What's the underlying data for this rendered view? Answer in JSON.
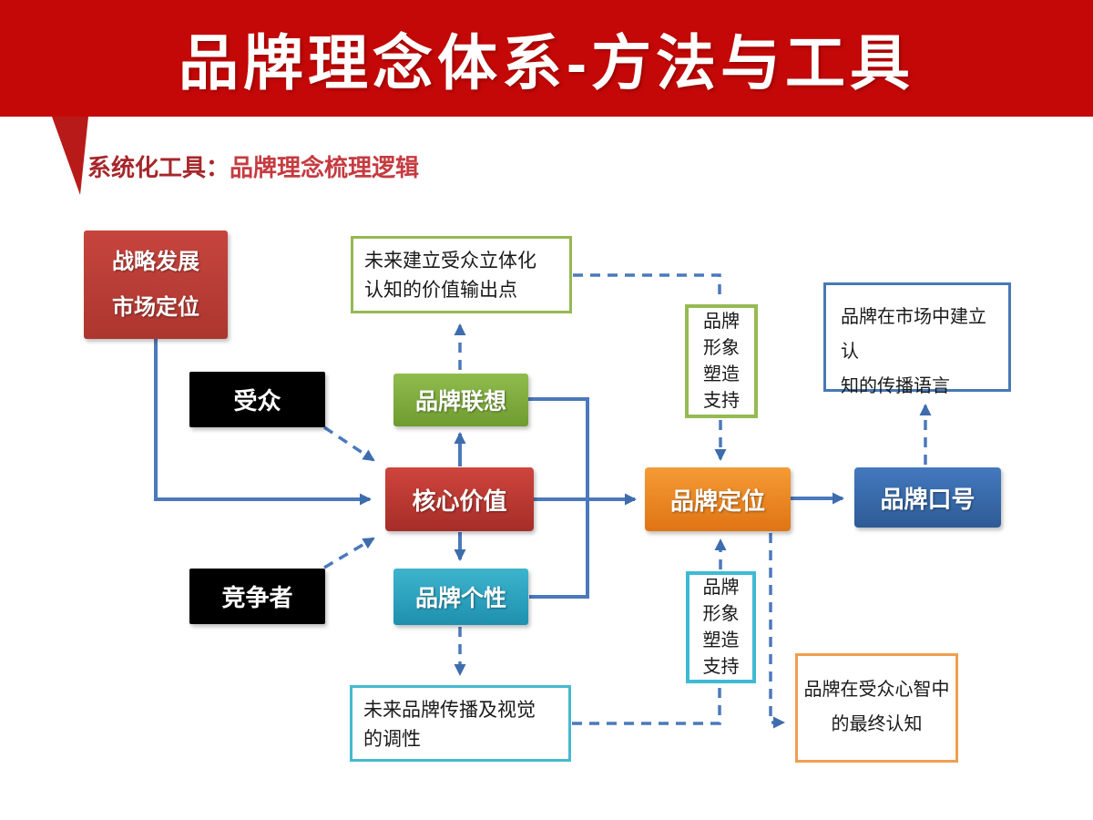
{
  "slide": {
    "title": "品牌理念体系-方法与工具",
    "subtitle_label": "系统化工具：",
    "subtitle_text": "品牌理念梳理逻辑"
  },
  "nodes": {
    "strategy_market": "战略发展\n市场定位",
    "audience": "受众",
    "competitor": "竞争者",
    "future_audience_value": "未来建立受众立体化\n认知的价值输出点",
    "brand_association": "品牌联想",
    "core_value": "核心价值",
    "brand_personality": "品牌个性",
    "brand_positioning": "品牌定位",
    "brand_slogan": "品牌口号",
    "image_support_upper": "品牌\n形象\n塑造\n支持",
    "image_support_lower": "品牌\n形象\n塑造\n支持",
    "market_language": "品牌在市场中建立认\n知的传播语言",
    "tonality": "未来品牌传播及视觉\n的调性",
    "final_cognition": "品牌在受众心智中\n的最终认知"
  },
  "colors": {
    "banner_red": "#C40808",
    "subtitle_dark_red": "#A6272B",
    "subtitle_red": "#C53B40",
    "connector_blue": "#4B79BB",
    "arrowhead_blue": "#3E6DAE",
    "node_red": "#BE3B35",
    "node_green": "#7FAA3D",
    "node_cyan": "#2BA4C2",
    "node_orange": "#EE8621",
    "node_blue": "#3A6DB0",
    "node_black": "#000000",
    "border_green": "#95B852",
    "border_cyan": "#41B9D2",
    "border_blue": "#4679B6",
    "border_orange": "#F09E4F"
  }
}
